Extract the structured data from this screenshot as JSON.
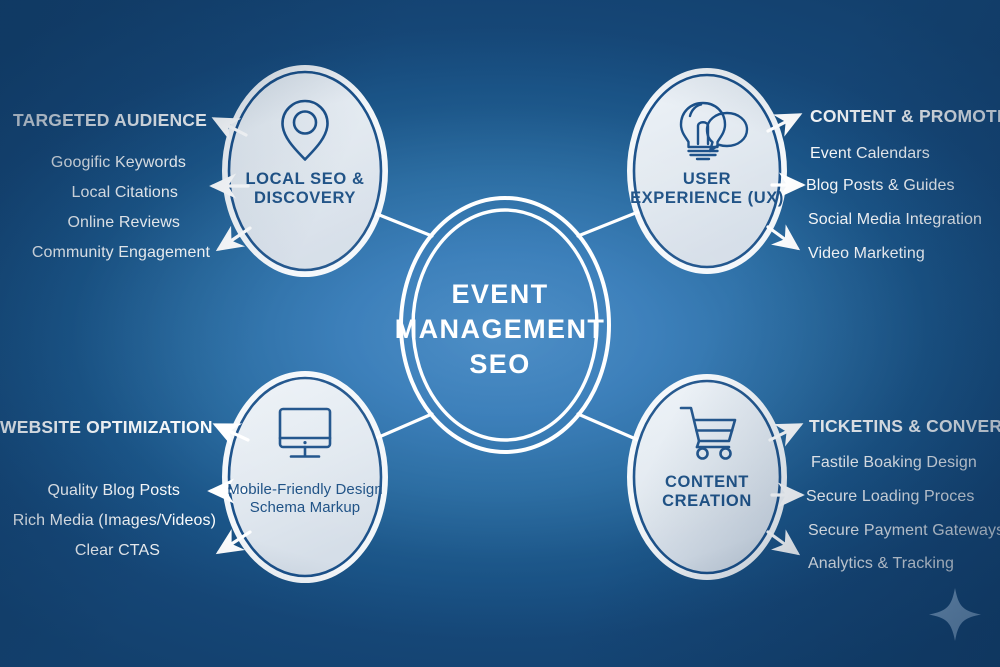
{
  "diagram": {
    "title": "EVENT MANAGEMENT SEO",
    "center": {
      "lines": [
        "EVENT",
        "MANAGEMENT",
        "SEO"
      ]
    },
    "colors": {
      "background_center": "#3a82c0",
      "background_edge": "#174a7c",
      "node_fill": "#e3eaf1",
      "node_border": "#1a5089",
      "node_text": "#1b4f84",
      "label_text": "#ffffff",
      "connector": "#ffffff",
      "sparkle": "#8fb4d8"
    },
    "branches": [
      {
        "id": "local-seo",
        "position": "top-left",
        "icon": "location-pin-icon",
        "node_lines": [
          "LOCAL SEO &",
          "DISCOVERY"
        ],
        "heading": "TARGETED AUDIENCE",
        "items": [
          "Googific Keywords",
          "Local Citations",
          "Online Reviews",
          "Community Engagement"
        ]
      },
      {
        "id": "user-experience",
        "position": "top-right",
        "icon": "lightbulb-chat-icon",
        "node_lines": [
          "USER",
          "EXPERIENCE (UX)"
        ],
        "heading": "CONTENT & PROMOTION",
        "items": [
          "Event Calendars",
          "Blog Posts & Guides",
          "Social Media Integration",
          "Video Marketing"
        ]
      },
      {
        "id": "website-optimization",
        "position": "bottom-left",
        "icon": "desktop-monitor-icon",
        "node_lines": [
          "Mobile-Friendly Design",
          "Schema Markup"
        ],
        "heading": "WEBSITE OPTIMIZATION",
        "items": [
          "Quality Blog Posts",
          "Rich Media (Images/Videos)",
          "Clear CTAS"
        ]
      },
      {
        "id": "content-creation",
        "position": "bottom-right",
        "icon": "shopping-cart-icon",
        "node_lines": [
          "CONTENT",
          "CREATION"
        ],
        "heading": "TICKETINS & CONVERSION",
        "items": [
          "Fastile Boaking Design",
          "Secure Loading Proces",
          "Secure Payment Gateways",
          "Analytics & Tracking"
        ]
      }
    ],
    "decoration": {
      "sparkle_icon": "sparkle-star-icon"
    }
  }
}
